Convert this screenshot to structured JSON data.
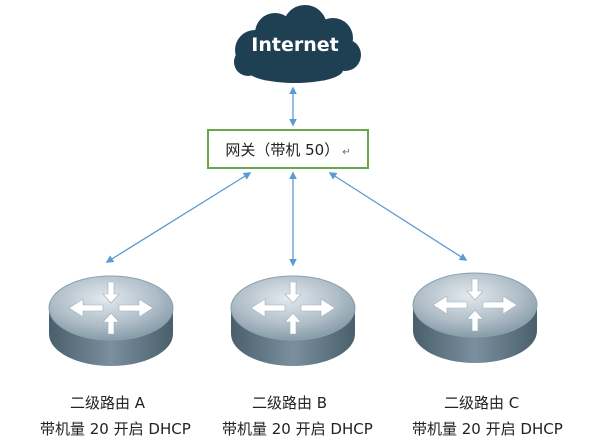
{
  "cloud": {
    "label": "Internet"
  },
  "gateway": {
    "label": "网关（带机 50）",
    "return_mark": "↵"
  },
  "routers": [
    {
      "name": "二级路由 A",
      "desc": "带机量 20 开启 DHCP"
    },
    {
      "name": "二级路由 B",
      "desc": "带机量 20 开启 DHCP"
    },
    {
      "name": "二级路由 C",
      "desc": "带机量 20 开启 DHCP"
    }
  ],
  "colors": {
    "cloud": "#1f3f52",
    "gateway_border": "#6aa84f",
    "connector": "#5b9bd5",
    "router_top": "#b9c6cf",
    "router_side": "#5e7482"
  }
}
